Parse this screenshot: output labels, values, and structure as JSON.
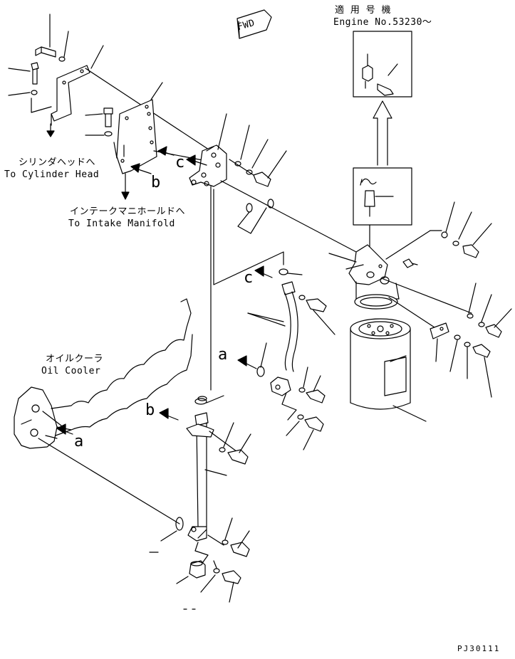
{
  "fwd_label": "FWD",
  "applicability": {
    "line1": "適 用 号 機",
    "line2": "Engine No.53230～"
  },
  "cylinder_head": {
    "jp": "シリンダヘッドへ",
    "en": "To Cylinder Head"
  },
  "intake_manifold": {
    "jp": "インテークマニホールドへ",
    "en": "To Intake Manifold"
  },
  "oil_cooler": {
    "jp": "オイルクーラ",
    "en": "Oil Cooler"
  },
  "connection_markers": {
    "a_upper": "a",
    "a_lower": "a",
    "b_upper": "b",
    "b_lower": "b",
    "c_upper": "c",
    "c_lower": "c"
  },
  "drawing_code": "PJ30111"
}
